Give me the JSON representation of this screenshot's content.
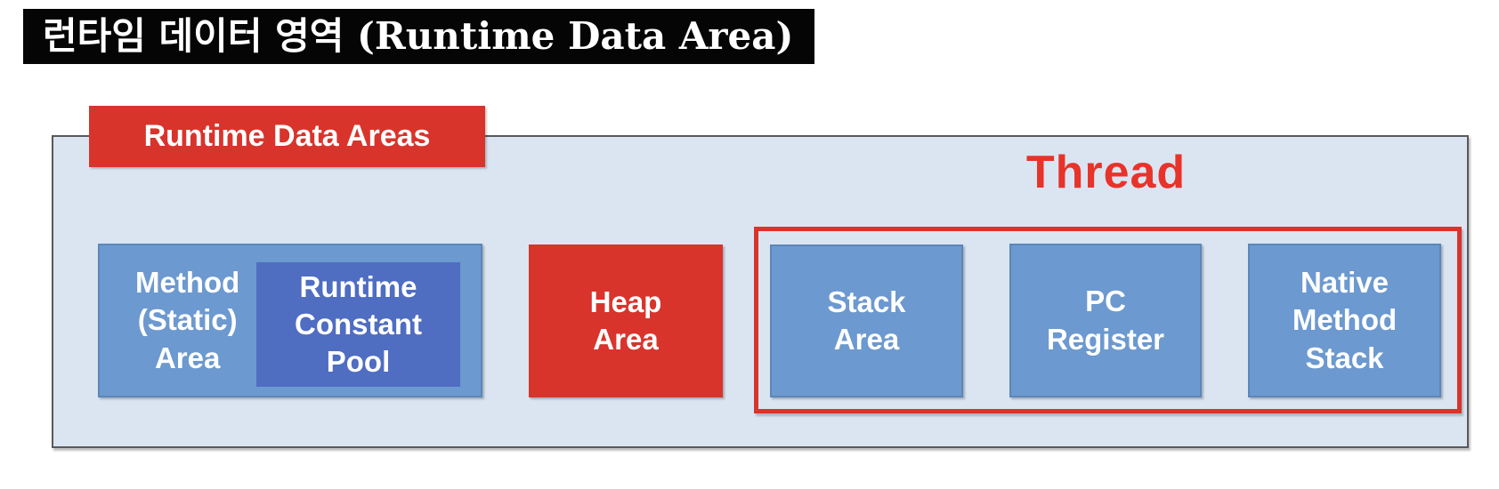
{
  "page": {
    "title": "런타임 데이터 영역 (Runtime Data Area)"
  },
  "diagram": {
    "container_label": "Runtime Data Areas",
    "thread_label": "Thread",
    "boxes": {
      "method_area": "Method\n(Static)\nArea",
      "runtime_constant_pool": "Runtime\nConstant\nPool",
      "heap_area": "Heap\nArea",
      "stack_area": "Stack\nArea",
      "pc_register": "PC\nRegister",
      "native_method_stack": "Native\nMethod\nStack"
    },
    "colors": {
      "title_background": "#050505",
      "title_text": "#ffffff",
      "container_background": "#dbe5f1",
      "container_border": "#58595b",
      "accent_red": "#d8342c",
      "thread_text_red": "#e8332a",
      "box_blue": "#6c99cf",
      "box_blue_border": "#5b87ba",
      "box_dark_blue": "#4f6dc1",
      "box_text": "#ffffff"
    }
  }
}
